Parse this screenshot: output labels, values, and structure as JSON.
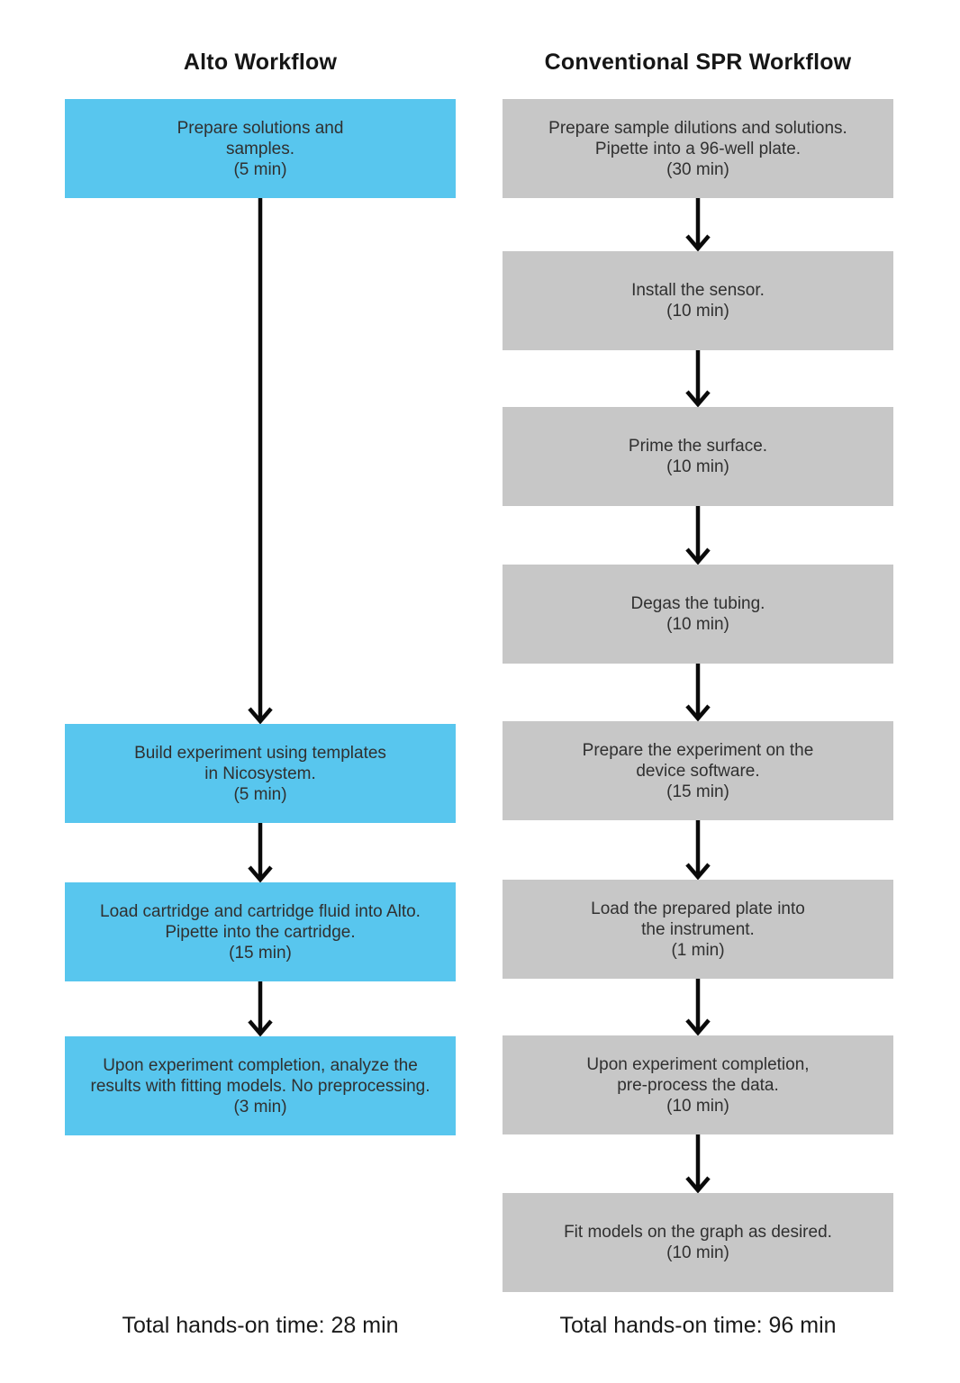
{
  "colors": {
    "alto_box": "#58C6EE",
    "spr_box": "#C7C7C7",
    "arrow": "#0a0a0a",
    "box_text": "#303030",
    "heading_text": "#161616",
    "background": "#ffffff"
  },
  "columns": [
    {
      "id": "alto",
      "title": "Alto Workflow",
      "total": "Total hands-on time: 28 min",
      "box_color": "#58C6EE",
      "boxes": [
        {
          "lines": [
            "Prepare solutions and",
            "samples.",
            "(5 min)"
          ]
        },
        {
          "lines": [
            "Build experiment using templates",
            "in Nicosystem.",
            "(5 min)"
          ]
        },
        {
          "lines": [
            "Load cartridge and cartridge fluid into Alto.",
            "Pipette into the cartridge.",
            "(15 min)"
          ]
        },
        {
          "lines": [
            "Upon experiment completion, analyze the",
            "results with fitting models. No preprocessing.",
            "(3 min)"
          ]
        }
      ]
    },
    {
      "id": "spr",
      "title": "Conventional SPR Workflow",
      "total": "Total hands-on time: 96 min",
      "box_color": "#C7C7C7",
      "boxes": [
        {
          "lines": [
            "Prepare sample dilutions and solutions.",
            "Pipette into a 96-well plate.",
            "(30 min)"
          ]
        },
        {
          "lines": [
            "Install the sensor.",
            "(10 min)"
          ]
        },
        {
          "lines": [
            "Prime the surface.",
            "(10 min)"
          ]
        },
        {
          "lines": [
            "Degas the tubing.",
            "(10 min)"
          ]
        },
        {
          "lines": [
            "Prepare the experiment on the",
            "device software.",
            "(15 min)"
          ]
        },
        {
          "lines": [
            "Load the prepared plate into",
            "the instrument.",
            "(1 min)"
          ]
        },
        {
          "lines": [
            "Upon experiment completion,",
            "pre-process the data.",
            "(10 min)"
          ]
        },
        {
          "lines": [
            "Fit models on the graph as desired.",
            "(10 min)"
          ]
        }
      ]
    }
  ]
}
